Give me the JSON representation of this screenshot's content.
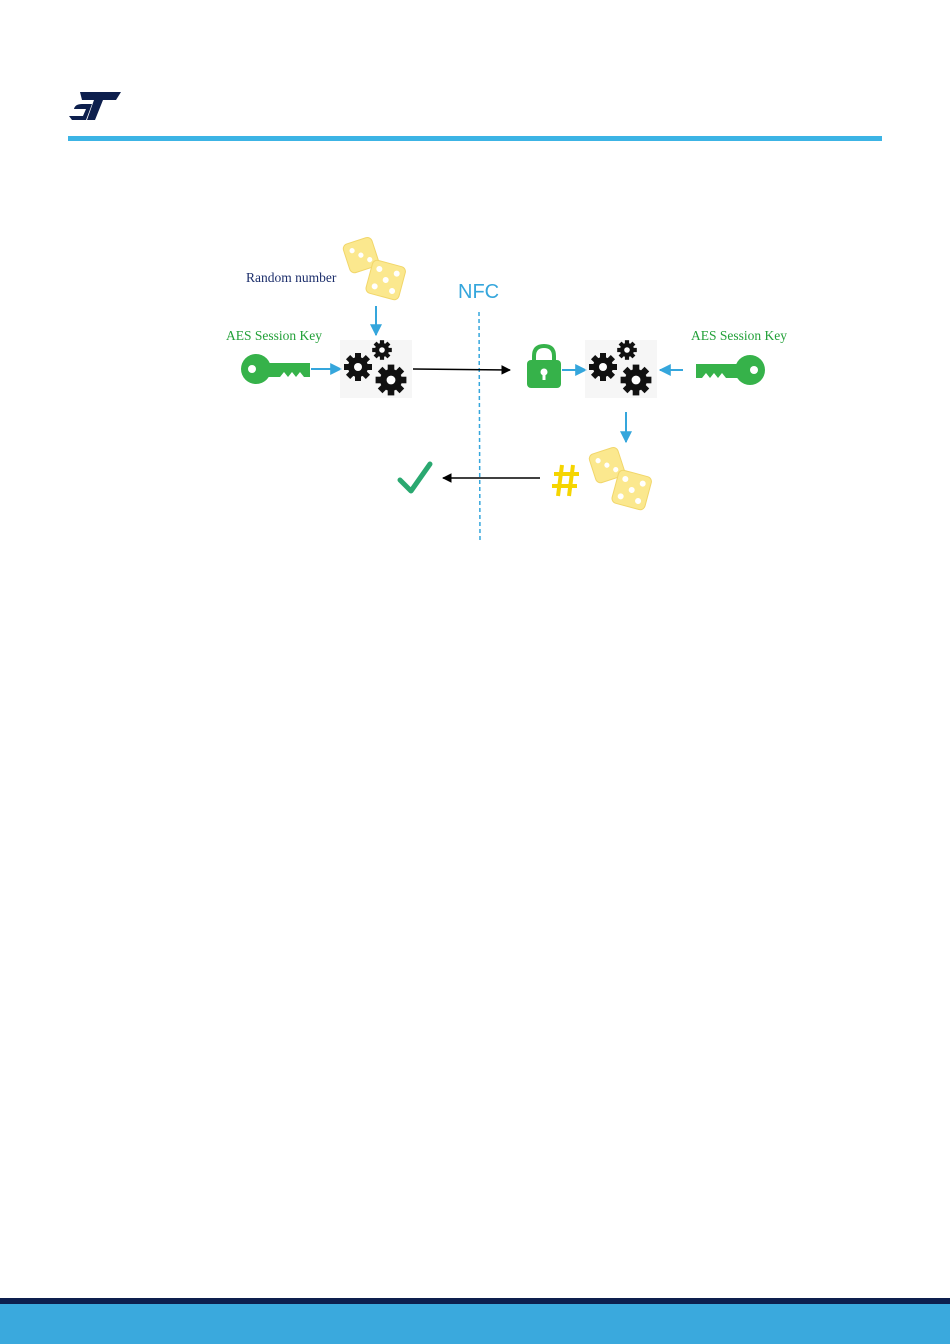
{
  "labels": {
    "random_number": "Random number",
    "aes_key_left": "AES Session Key",
    "aes_key_right": "AES Session Key",
    "nfc": "NFC",
    "hash": "#"
  },
  "colors": {
    "brand_blue": "#3cb4e5",
    "footer_dark": "#0d1f4d",
    "key_green": "#36b24a",
    "dice_yellow": "#fbe88e",
    "hash_yellow": "#f5d500",
    "arrow_blue": "#35a6dc",
    "check_green": "#2aa870"
  },
  "icons": [
    "st-logo",
    "dice-icon",
    "key-icon",
    "gears-icon",
    "padlock-icon",
    "hash-icon",
    "checkmark-icon"
  ]
}
